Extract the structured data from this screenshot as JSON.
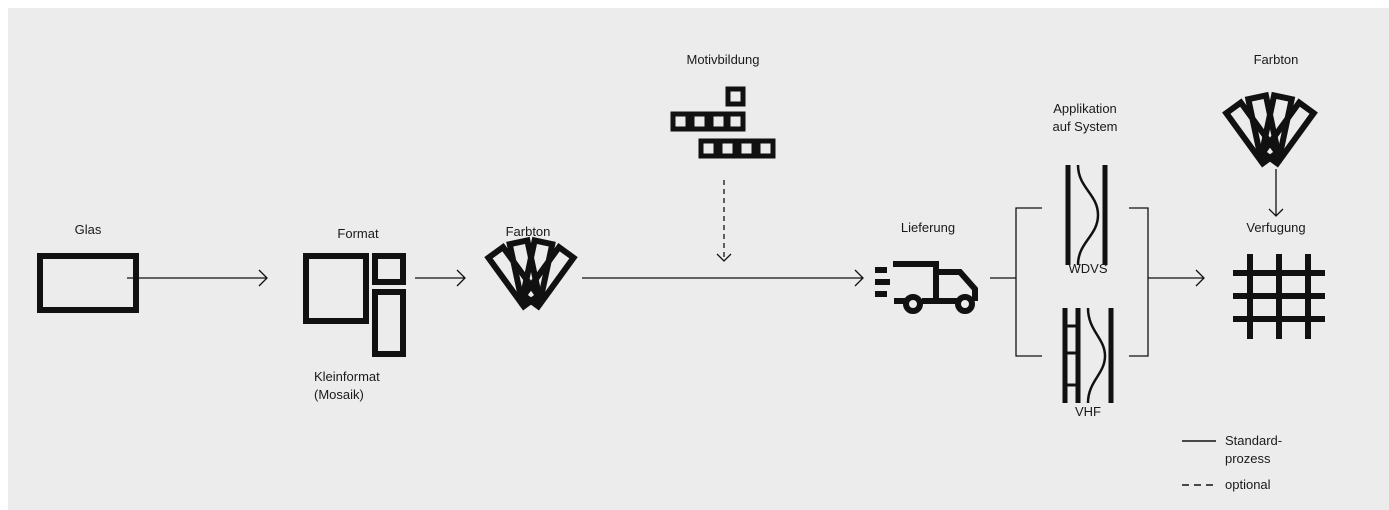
{
  "labels": {
    "glas": "Glas",
    "format": "Format",
    "kleinformat_1": "Kleinformat",
    "kleinformat_2": "(Mosaik)",
    "farbton_1": "Farbton",
    "motivbildung": "Motivbildung",
    "lieferung": "Lieferung",
    "applikation_1": "Applikation",
    "applikation_2": "auf System",
    "wdvs": "WDVS",
    "vhf": "VHF",
    "farbton_2": "Farbton",
    "verfugung": "Verfugung"
  },
  "legend": {
    "solid_1": "Standard-",
    "solid_2": "prozess",
    "dashed": "optional"
  },
  "icons": [
    "glass-pane-icon",
    "format-tiles-icon",
    "color-swatch-icon",
    "mosaic-pattern-icon",
    "delivery-truck-icon",
    "wall-system-wdvs-icon",
    "wall-system-vhf-icon",
    "grout-grid-icon"
  ]
}
